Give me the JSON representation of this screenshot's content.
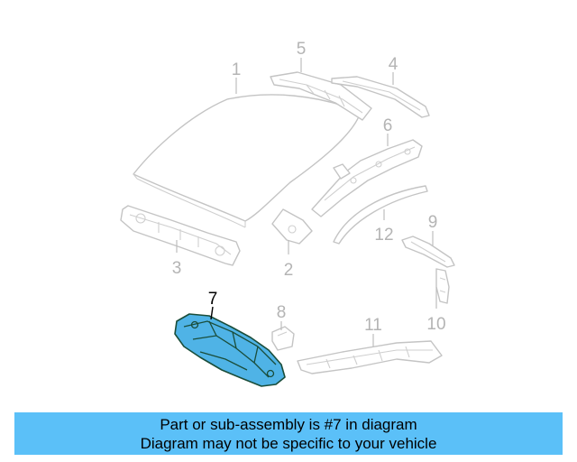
{
  "diagram": {
    "callouts": [
      {
        "id": "1",
        "label": "1"
      },
      {
        "id": "2",
        "label": "2"
      },
      {
        "id": "3",
        "label": "3"
      },
      {
        "id": "4",
        "label": "4"
      },
      {
        "id": "5",
        "label": "5"
      },
      {
        "id": "6",
        "label": "6"
      },
      {
        "id": "7",
        "label": "7"
      },
      {
        "id": "8",
        "label": "8"
      },
      {
        "id": "9",
        "label": "9"
      },
      {
        "id": "10",
        "label": "10"
      },
      {
        "id": "11",
        "label": "11"
      },
      {
        "id": "12",
        "label": "12"
      }
    ],
    "highlighted_part": "7",
    "colors": {
      "highlight_fill": "#4fb3e6",
      "highlight_outline": "#1a4d3a",
      "ghost_outline": "#c4c4c4",
      "banner_background": "#5bc0f8"
    }
  },
  "banner": {
    "line1": "Part or sub-assembly is #7 in diagram",
    "line2": "Diagram may not be specific to your vehicle"
  }
}
